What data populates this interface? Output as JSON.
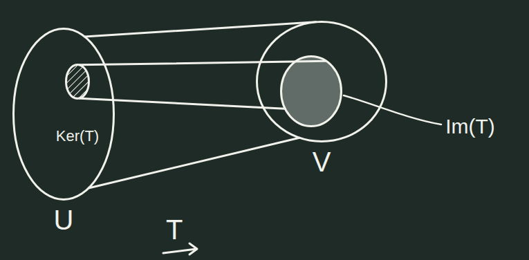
{
  "diagram": {
    "nodes": [
      {
        "text": [
          "U"
        ]
      },
      {
        "text": [
          "Ker(T)"
        ],
        "in": 0
      },
      {
        "text": [
          "V"
        ]
      },
      {
        "text": [
          "Im(T)"
        ],
        "in": 2
      }
    ],
    "edges": [
      {
        "from": 0,
        "to": 2,
        "arrow": "none"
      },
      {
        "from": 1,
        "to": 3,
        "arrow": "none"
      }
    ],
    "labels": [
      "T"
    ]
  }
}
